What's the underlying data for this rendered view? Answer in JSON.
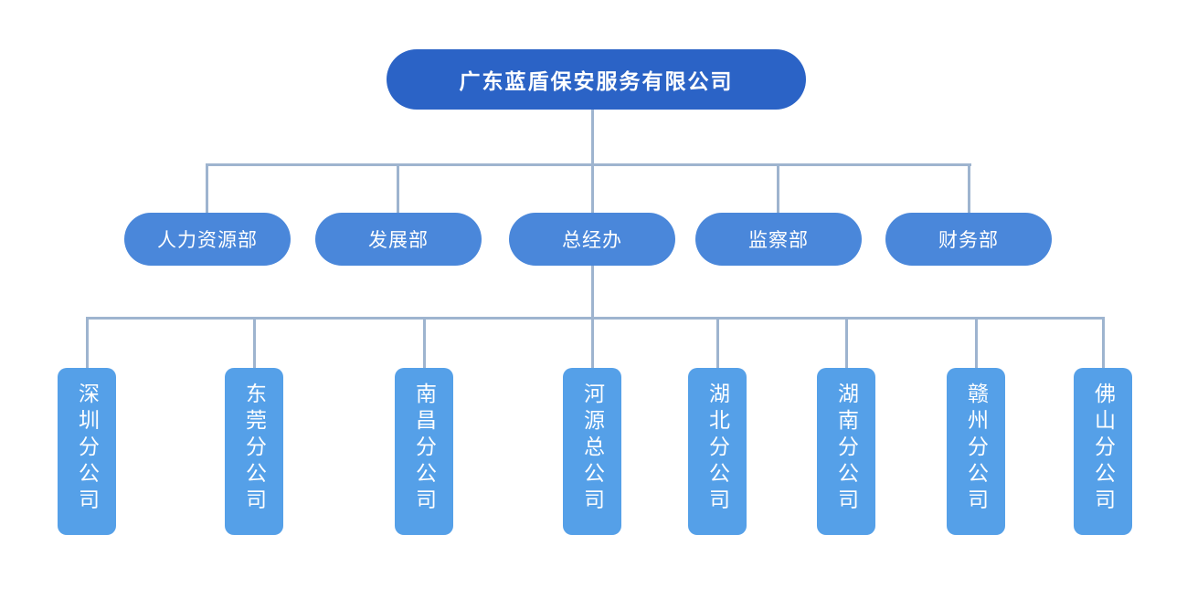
{
  "colors": {
    "root_bg": "#2b63c6",
    "dept_bg": "#4a87da",
    "branch_bg": "#55a0e8",
    "line": "#9eb4cf",
    "text": "#ffffff",
    "canvas_bg": "#ffffff"
  },
  "org_chart": {
    "root": {
      "label": "广东蓝盾保安服务有限公司"
    },
    "departments": [
      {
        "label": "人力资源部"
      },
      {
        "label": "发展部"
      },
      {
        "label": "总经办"
      },
      {
        "label": "监察部"
      },
      {
        "label": "财务部"
      }
    ],
    "branches": [
      {
        "label": "深圳分公司"
      },
      {
        "label": "东莞分公司"
      },
      {
        "label": "南昌分公司"
      },
      {
        "label": "河源总公司"
      },
      {
        "label": "湖北分公司"
      },
      {
        "label": "湖南分公司"
      },
      {
        "label": "赣州分公司"
      },
      {
        "label": "佛山分公司"
      }
    ]
  }
}
